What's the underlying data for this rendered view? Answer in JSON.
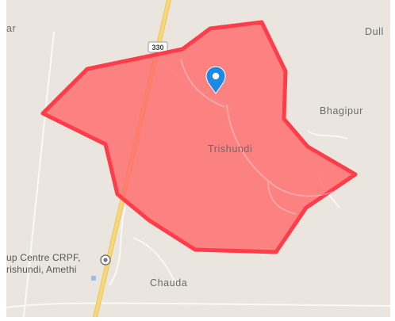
{
  "map": {
    "labels": {
      "top_left_fragment": "ar",
      "top_right_fragment": "Dull",
      "bhagipur": "Bhagipur",
      "trishundi": "Trishundi",
      "crpf_line1": "up Centre CRPF,",
      "crpf_line2": "rishundi, Amethi",
      "chauda": "Chauda"
    },
    "road_shield": "330",
    "icons": {
      "marker": "location-pin-icon",
      "poi": "poi-circle-icon"
    },
    "colors": {
      "background": "#eae6df",
      "area_fill": "#ff6b6b",
      "area_stroke": "#ff3d4a",
      "highway": "#f8d77a",
      "marker": "#1e88e5"
    }
  }
}
